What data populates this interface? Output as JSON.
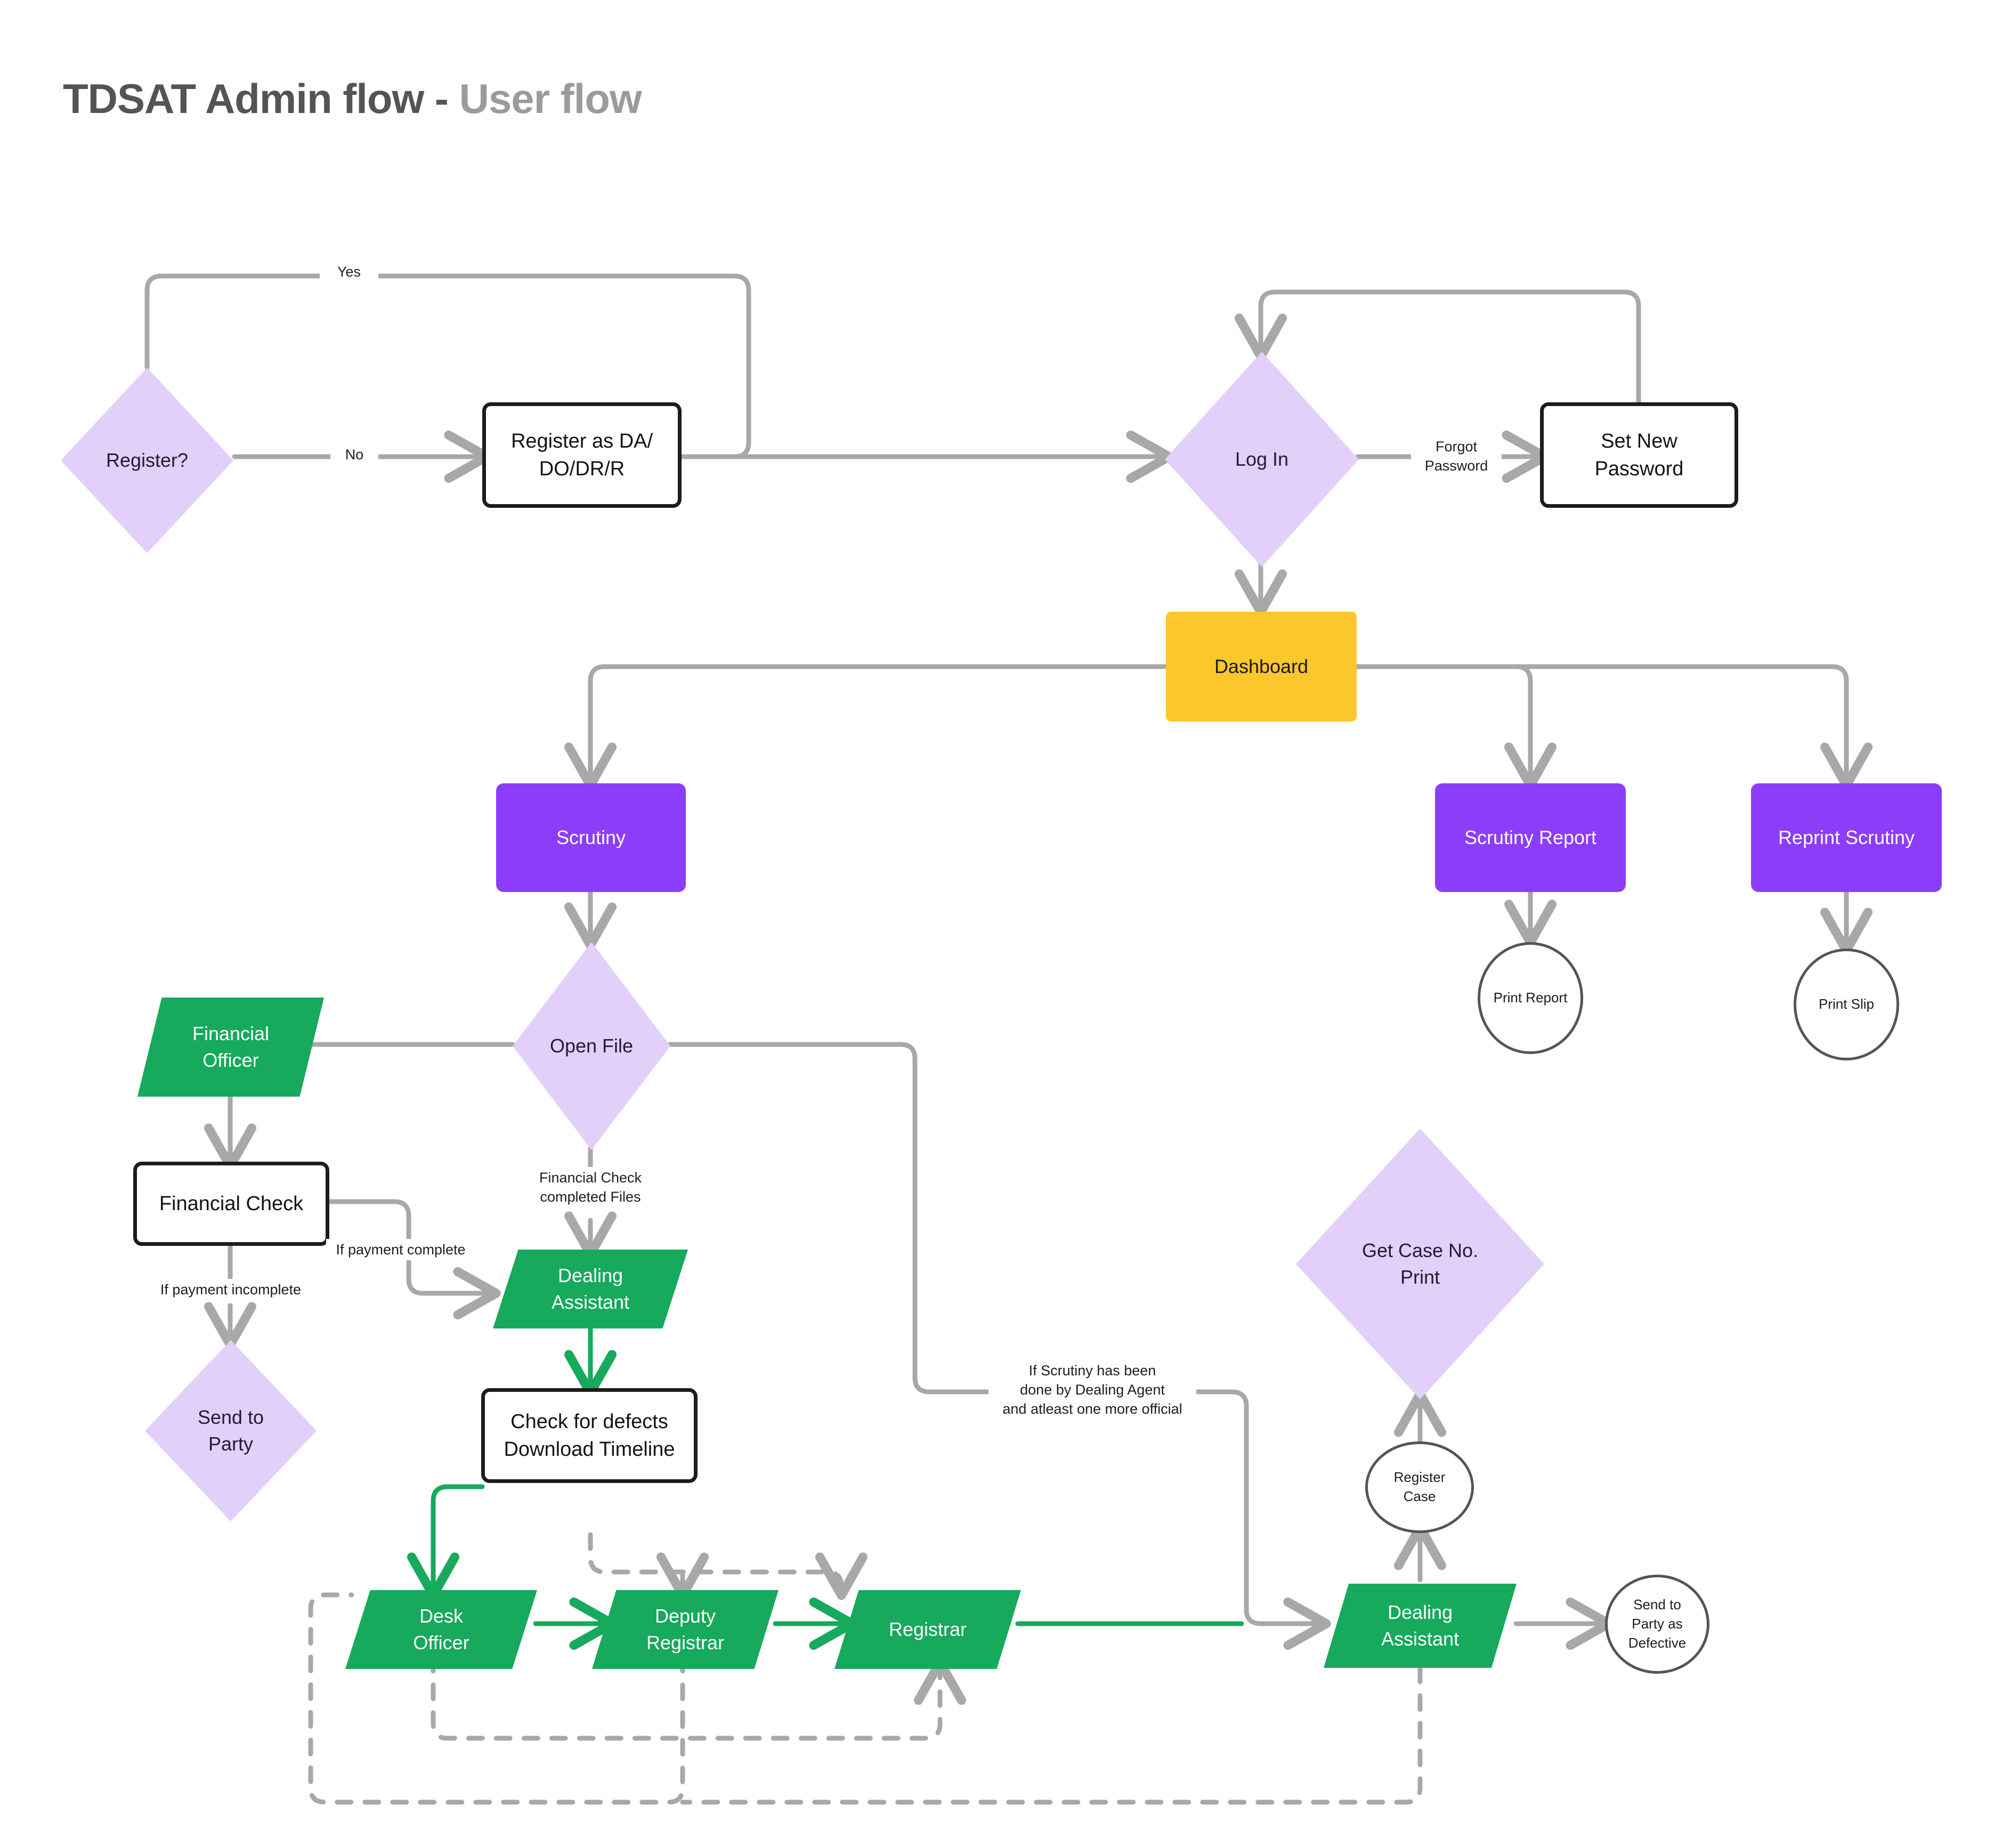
{
  "title": {
    "part1": "TDSAT Admin flow - ",
    "part2": "User flow"
  },
  "colors": {
    "gray_line": "#A8A8A8",
    "green_line": "#17A95C",
    "yellow": "#FCC62D",
    "purple": "#8B3DFA",
    "lavender": "#E2CFFA",
    "green": "#17A95C",
    "outline": "#1C1C1C"
  },
  "nodes": {
    "register_q": "Register?",
    "register_as": "Register as DA/\nDO/DR/R",
    "log_in": "Log In",
    "set_new_password": "Set New\nPassword",
    "dashboard": "Dashboard",
    "scrutiny": "Scrutiny",
    "scrutiny_report": "Scrutiny Report",
    "reprint_scrutiny": "Reprint Scrutiny",
    "print_report": "Print Report",
    "print_slip": "Print Slip",
    "open_file": "Open File",
    "financial_officer": "Financial\nOfficer",
    "financial_check": "Financial Check",
    "send_to_party": "Send to\nParty",
    "dealing_assistant_1": "Dealing\nAssistant",
    "check_defects": "Check for defects\nDownload Timeline",
    "desk_officer": "Desk\nOfficer",
    "deputy_registrar": "Deputy\nRegistrar",
    "registrar": "Registrar",
    "dealing_assistant_2": "Dealing\nAssistant",
    "register_case": "Register\nCase",
    "get_case_no_print": "Get Case No.\nPrint",
    "send_to_party_defective": "Send to\nParty as\nDefective"
  },
  "edge_labels": {
    "yes": "Yes",
    "no": "No",
    "forgot_password": "Forgot\nPassword",
    "financial_check_completed": "Financial Check\ncompleted Files",
    "if_payment_complete": "If payment complete",
    "if_payment_incomplete": "If payment incomplete",
    "if_scrutiny_done": "If Scrutiny has been\ndone by Dealing Agent\nand atleast one more official"
  }
}
